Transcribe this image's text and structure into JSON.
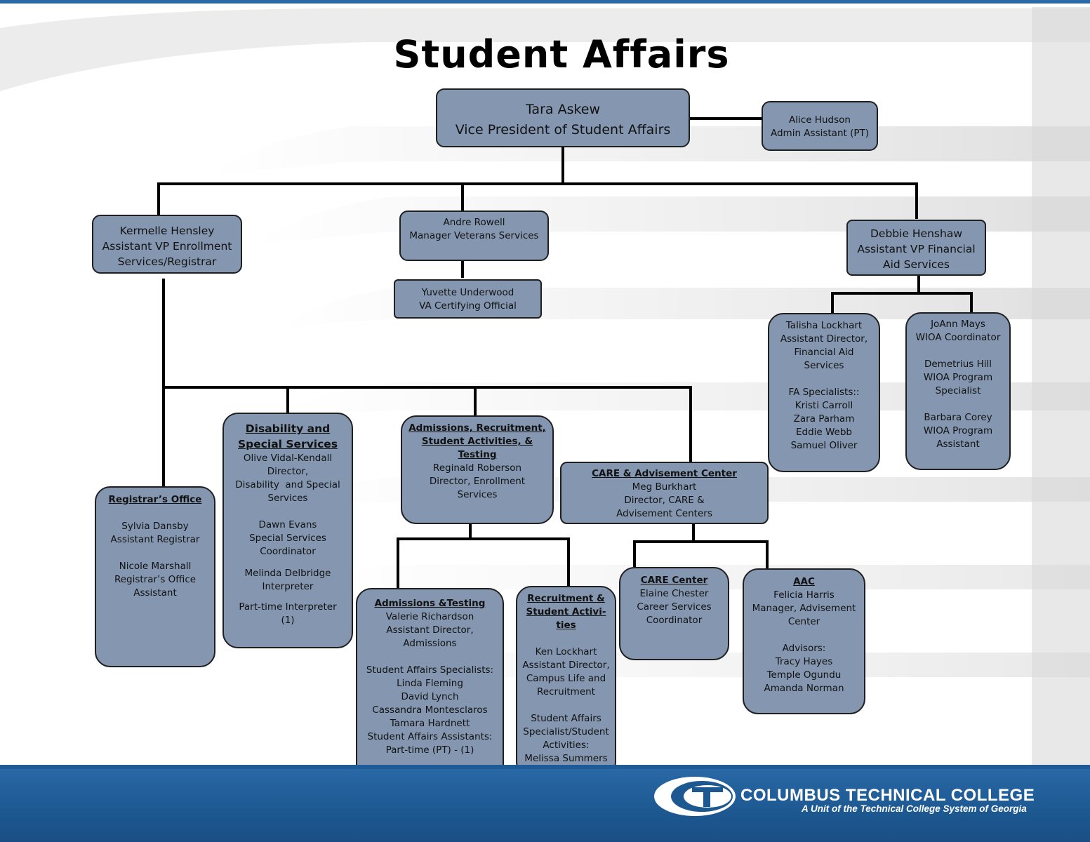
{
  "title": "Student Affairs",
  "nodes": {
    "vp": [
      "Tara Askew",
      "Vice President of Student Affairs"
    ],
    "admin": [
      "Alice Hudson",
      "Admin Assistant (PT)"
    ],
    "kermelle": [
      "Kermelle Hensley",
      "Assistant VP Enrollment",
      "Services/Registrar"
    ],
    "andre": [
      "Andre Rowell",
      "Manager Veterans Services"
    ],
    "yuvette": [
      "Yuvette Underwood",
      "VA Certifying Official"
    ],
    "debbie": [
      "Debbie Henshaw",
      "Assistant VP Financial",
      "Aid Services"
    ],
    "talisha": [
      "Talisha Lockhart",
      "Assistant Director,",
      "Financial Aid",
      "Services",
      "",
      "FA Specialists::",
      "Kristi Carroll",
      "Zara Parham",
      "Eddie Webb",
      "Samuel Oliver"
    ],
    "joann": [
      "JoAnn Mays",
      "WIOA Coordinator",
      "",
      "Demetrius Hill",
      "WIOA Program",
      "Specialist",
      "",
      "Barbara Corey",
      "WIOA Program",
      "Assistant"
    ],
    "registrar": {
      "header": "Registrar’s Office",
      "lines": [
        "",
        "Sylvia Dansby",
        "Assistant Registrar",
        "",
        "Nicole Marshall",
        "Registrar’s Office",
        "Assistant"
      ]
    },
    "disability": {
      "header": [
        "Disability and",
        "Special Services"
      ],
      "lines": [
        "Olive Vidal-Kendall",
        "Director,",
        "Disability  and Special",
        "Services",
        "",
        "Dawn Evans",
        "Special Services",
        "Coordinator"
      ],
      "lines2": [
        "Melinda Delbridge",
        "Interpreter"
      ],
      "lines3": [
        "Part-time Interpreter",
        "(1)"
      ]
    },
    "admissions_rec": {
      "header": [
        "Admissions, Recruitment,",
        "Student Activities, &",
        "Testing"
      ],
      "lines": [
        "Reginald Roberson",
        "Director, Enrollment",
        "Services"
      ]
    },
    "care_adv": {
      "header": "CARE & Advisement Center",
      "lines": [
        "Meg Burkhart",
        "Director, CARE &",
        "Advisement Centers"
      ]
    },
    "adm_testing": {
      "header": "Admissions &Testing",
      "lines": [
        "Valerie Richardson",
        "Assistant Director,",
        "Admissions",
        "",
        "Student Affairs Specialists:",
        "Linda Fleming",
        "David Lynch",
        "Cassandra Montesclaros",
        "Tamara Hardnett",
        "Student Affairs Assistants:",
        "Part-time (PT) - (1)"
      ]
    },
    "recruit": {
      "header": [
        "Recruitment &",
        "Student Activi-",
        "ties"
      ],
      "lines": [
        "",
        "Ken Lockhart",
        "Assistant Director,",
        "Campus Life and",
        "Recruitment",
        "",
        "Student Affairs",
        "Specialist/Student",
        "Activities:",
        "Melissa Summers"
      ]
    },
    "care_center": {
      "header": "CARE Center",
      "lines": [
        "Elaine Chester",
        "Career Services",
        "Coordinator"
      ]
    },
    "aac": {
      "header": "AAC",
      "lines": [
        "Felicia Harris",
        "Manager, Advisement",
        "Center",
        "",
        "Advisors:",
        "Tracy Hayes",
        "Temple Ogundu",
        "Amanda Norman"
      ]
    }
  },
  "footer": {
    "college": "COLUMBUS TECHNICAL COLLEGE",
    "tagline": "A Unit of the Technical College System of Georgia"
  },
  "colors": {
    "box": "#8597b0",
    "footer": "#1d5891"
  }
}
